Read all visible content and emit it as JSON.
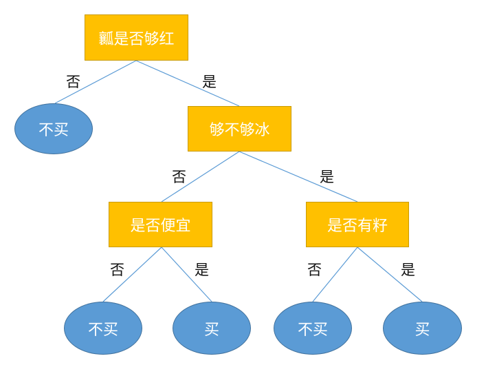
{
  "nodes": {
    "root": {
      "label": "瓤是否够红"
    },
    "cold": {
      "label": "够不够冰"
    },
    "cheap": {
      "label": "是否便宜"
    },
    "seeds": {
      "label": "是否有籽"
    },
    "leaf_root_no": {
      "label": "不买"
    },
    "leaf_cheap_no": {
      "label": "不买"
    },
    "leaf_cheap_yes": {
      "label": "买"
    },
    "leaf_seeds_no": {
      "label": "不买"
    },
    "leaf_seeds_yes": {
      "label": "买"
    }
  },
  "edges": {
    "root_no": "否",
    "root_yes": "是",
    "cold_no": "否",
    "cold_yes": "是",
    "cheap_no": "否",
    "cheap_yes": "是",
    "seeds_no": "否",
    "seeds_yes": "是"
  },
  "colors": {
    "decision_fill": "#ffc000",
    "leaf_fill": "#5b9bd5",
    "edge_line": "#5b9bd5"
  }
}
